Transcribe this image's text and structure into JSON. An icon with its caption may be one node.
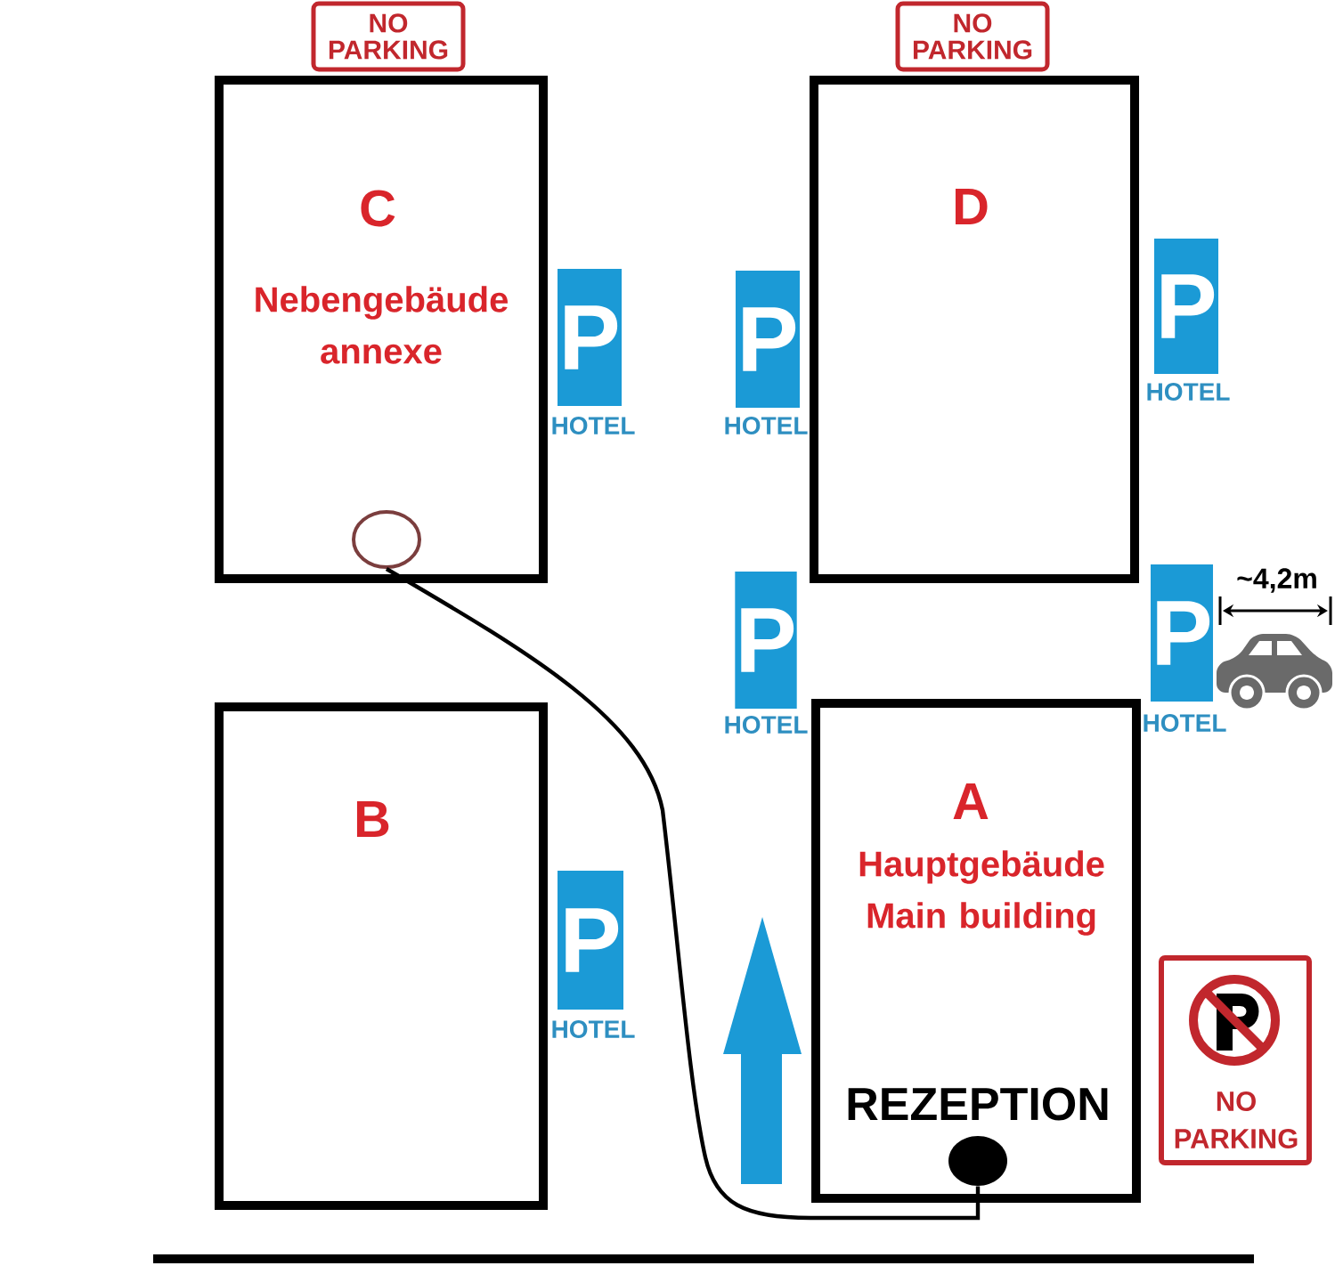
{
  "diagram": {
    "nodes": [
      {
        "text": [
          "NO PARKING"
        ]
      },
      {
        "text": [
          "NO PARKING"
        ]
      },
      {
        "text": [
          "C",
          "Nebengebäude annexe"
        ]
      },
      {
        "text": [
          "D"
        ]
      },
      {
        "text": [
          "P",
          "HOTEL"
        ]
      },
      {
        "text": [
          "P",
          "HOTEL"
        ]
      },
      {
        "text": [
          "P",
          "HOTEL"
        ]
      },
      {
        "text": [],
        "shape": "circle",
        "in": 2
      },
      {
        "text": [
          "P",
          "HOTEL"
        ]
      },
      {
        "text": [
          "P",
          "HOTEL"
        ]
      },
      {
        "text": [
          "B"
        ]
      },
      {
        "text": [
          "A",
          "Hauptgebäude Main building",
          "REZEPTION"
        ]
      },
      {
        "text": [
          "P",
          "HOTEL"
        ]
      },
      {
        "text": [
          "NO PARKING"
        ]
      },
      {
        "text": [],
        "shape": "circle",
        "in": 11
      }
    ],
    "edges": [
      {
        "from": 7,
        "to": 14,
        "arrow": "none"
      }
    ],
    "labels": [
      "~4,2m"
    ]
  }
}
